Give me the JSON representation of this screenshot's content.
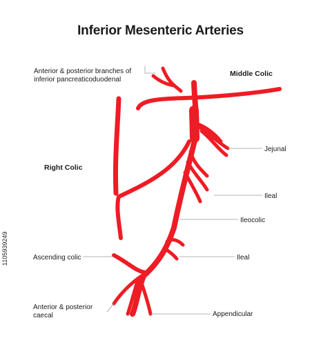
{
  "title": "Inferior Mesenteric Arteries",
  "colors": {
    "artery": "#ee1c24",
    "leader": "#9a9a9a"
  },
  "labels": {
    "pancreaticoduodenal_1": "Anterior & posterior branches of",
    "pancreaticoduodenal_2": "inferior pancreaticoduodenal",
    "middle_colic": "Middle Colic",
    "jejunal": "Jejunal",
    "right_colic": "Right Colic",
    "ileal_upper": "Ileal",
    "ileocolic": "Ileocolic",
    "ascending_colic": "Ascending colic",
    "ileal_lower": "Ileal",
    "caecal_1": "Anterior & posterior",
    "caecal_2": "caecal",
    "appendicular": "Appendicular"
  },
  "watermark": "1105939249"
}
